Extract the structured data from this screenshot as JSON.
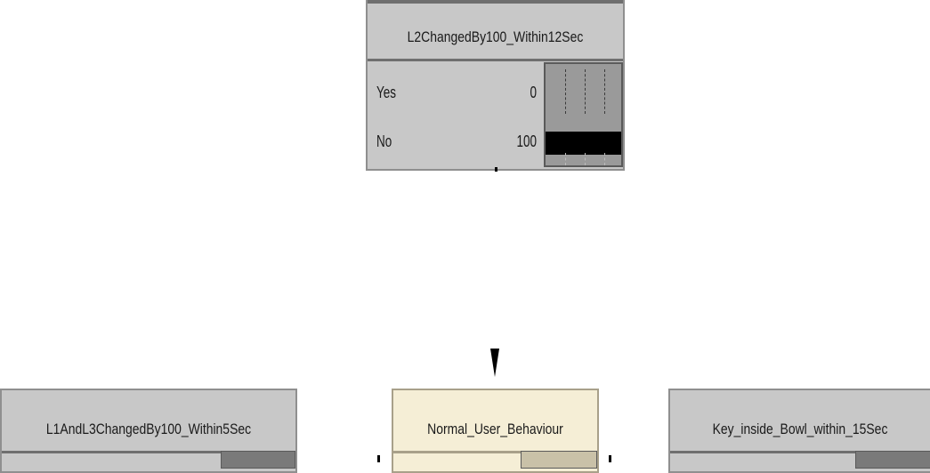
{
  "nodes": {
    "l2": {
      "title": "L2ChangedBy100_Within12Sec",
      "states": [
        {
          "label": "Yes",
          "value": "0",
          "fraction": 0.0
        },
        {
          "label": "No",
          "value": "100",
          "fraction": 1.0
        }
      ]
    },
    "l1l3": {
      "title": "L1AndL3ChangedBy100_Within5Sec"
    },
    "normal": {
      "title": "Normal_User_Behaviour"
    },
    "key": {
      "title": "Key_inside_Bowl_within_15Sec"
    }
  },
  "colors": {
    "node_bg": "#c8c8c8",
    "highlight_bg": "#f5eed6",
    "bar_fill": "#000000"
  }
}
